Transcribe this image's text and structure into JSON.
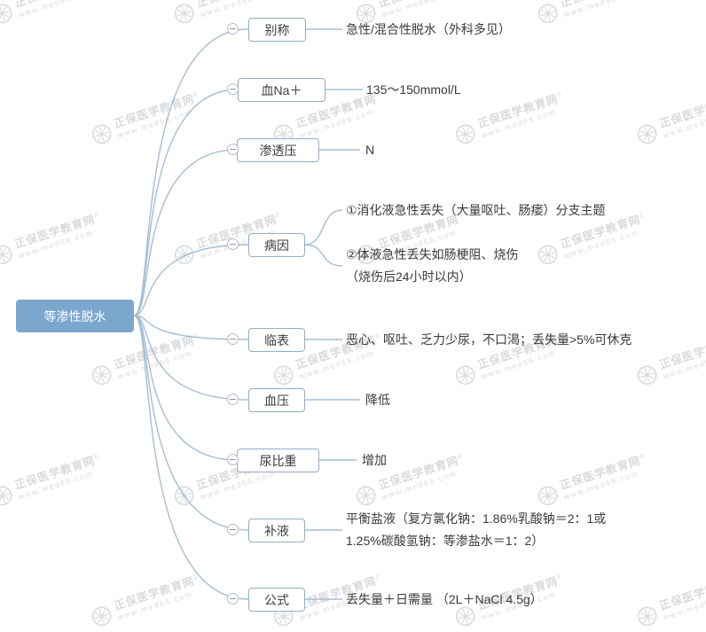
{
  "root": {
    "label": "等渗性脱水"
  },
  "branches": [
    {
      "label": "别称",
      "children": [
        {
          "text": "急性/混合性脱水（外科多见）"
        }
      ]
    },
    {
      "label": "血Na＋",
      "children": [
        {
          "text": "135～150mmol/L"
        }
      ]
    },
    {
      "label": "渗透压",
      "children": [
        {
          "text": "N"
        }
      ]
    },
    {
      "label": "病因",
      "children": [
        {
          "text": "①消化液急性丢失（大量呕吐、肠瘘）分支主题"
        },
        {
          "text": "②体液急性丢失如肠梗阻、烧伤\n（烧伤后24小时以内）"
        }
      ]
    },
    {
      "label": "临表",
      "children": [
        {
          "text": "恶心、呕吐、乏力少尿，不口渴；丢失量>5%可休克"
        }
      ]
    },
    {
      "label": "血压",
      "children": [
        {
          "text": "降低"
        }
      ]
    },
    {
      "label": "尿比重",
      "children": [
        {
          "text": "增加"
        }
      ]
    },
    {
      "label": "补液",
      "children": [
        {
          "text": "平衡盐液（复方氯化钠：1.86%乳酸钠＝2：1或\n1.25%碳酸氢钠：等渗盐水＝1：2）"
        }
      ]
    },
    {
      "label": "公式",
      "children": [
        {
          "text": "丢失量＋日需量 （2L＋NaCl 4.5g）"
        }
      ]
    }
  ],
  "watermark": {
    "brand": "正保医学教育网",
    "reg": "®",
    "url": "www.med66.com"
  },
  "colors": {
    "root_bg": "#7ba6ce",
    "root_text": "#ffffff",
    "branch_border": "#94acc6",
    "line": "#a6bdd5",
    "text": "#3a3a3a",
    "watermark": "#bfc3c8"
  }
}
